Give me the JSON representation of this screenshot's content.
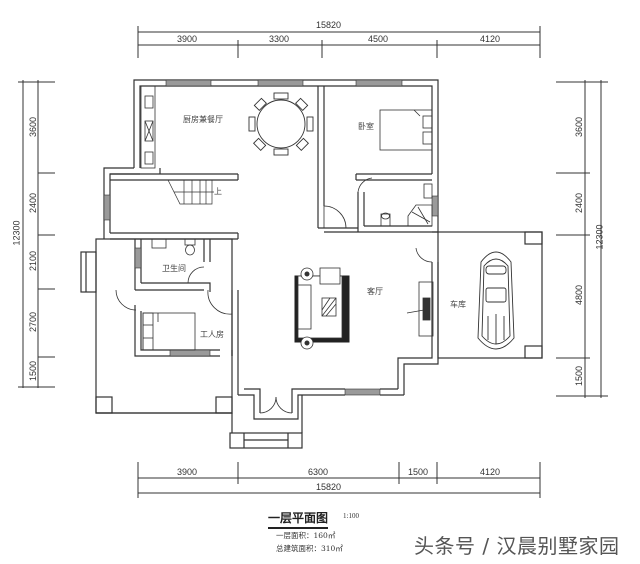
{
  "drawing": {
    "title": "一层平面图",
    "scale": "1:100",
    "first_floor_area": "一层面积：160㎡",
    "total_building_area": "总建筑面积：310㎡"
  },
  "watermark": "头条号 / 汉晨别墅家园",
  "dimensions": {
    "top": {
      "total": "15820",
      "segments": [
        "3900",
        "3300",
        "4500",
        "4120"
      ]
    },
    "bottom": {
      "total": "15820",
      "segments": [
        "3900",
        "6300",
        "1500",
        "4120"
      ]
    },
    "left": {
      "total": "12300",
      "segments": [
        "3600",
        "2400",
        "2100",
        "2700",
        "1500"
      ]
    },
    "right": {
      "total": "12300",
      "segments": [
        "3600",
        "2400",
        "4800",
        "1500"
      ]
    }
  },
  "rooms": {
    "kitchen_dining": "厨房兼餐厅",
    "bedroom": "卧室",
    "stairs_up": "上",
    "bathroom": "卫生间",
    "servant_room": "工人房",
    "living_room": "客厅",
    "garage": "车库"
  },
  "colors": {
    "line": "#333333",
    "window_fill": "#9a9a9a",
    "background": "#ffffff"
  }
}
